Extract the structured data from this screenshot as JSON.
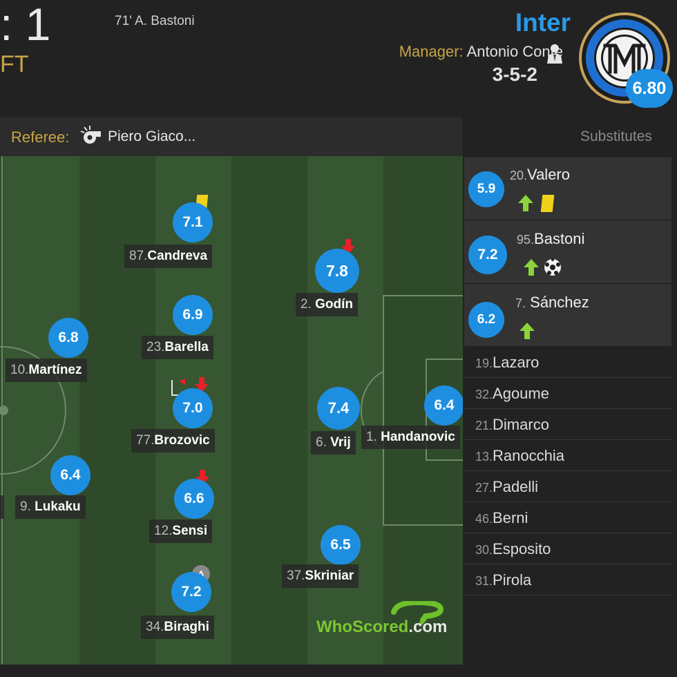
{
  "header": {
    "score": ": 1",
    "status": "FT",
    "goal_event": "71' A. Bastoni",
    "team_name": "Inter",
    "manager_label": "Manager:",
    "manager_name": "Antonio Conte",
    "formation": "3-5-2",
    "team_rating": "6.80"
  },
  "referee": {
    "label": "Referee:",
    "name": "Piero Giaco..."
  },
  "substitutes_title": "Substitutes",
  "players": [
    {
      "key": "candreva",
      "number": "87.",
      "name": "Candreva",
      "rating": "7.1",
      "events": [
        "yellow-card"
      ]
    },
    {
      "key": "godin",
      "number": "2.",
      "name": "Godín",
      "rating": "7.8",
      "events": [
        "sub-off"
      ]
    },
    {
      "key": "barella",
      "number": "23.",
      "name": "Barella",
      "rating": "6.9",
      "events": []
    },
    {
      "key": "martinez",
      "number": "10.",
      "name": "Martínez",
      "rating": "6.8",
      "events": []
    },
    {
      "key": "brozovic",
      "number": "77.",
      "name": "Brozovic",
      "rating": "7.0",
      "events": [
        "corner-flag",
        "sub-off"
      ]
    },
    {
      "key": "vrij",
      "number": "6.",
      "name": "Vrij",
      "rating": "7.4",
      "events": []
    },
    {
      "key": "handanovic",
      "number": "1.",
      "name": "Handanovic",
      "rating": "6.4",
      "events": []
    },
    {
      "key": "lukaku",
      "number": "9.",
      "name": "Lukaku",
      "rating": "6.4",
      "events": []
    },
    {
      "key": "sensi",
      "number": "12.",
      "name": "Sensi",
      "rating": "6.6",
      "events": [
        "sub-off"
      ]
    },
    {
      "key": "skriniar",
      "number": "37.",
      "name": "Skriniar",
      "rating": "6.5",
      "events": []
    },
    {
      "key": "biraghi",
      "number": "34.",
      "name": "Biraghi",
      "rating": "7.2",
      "events": [
        "captain"
      ]
    }
  ],
  "captain_badge": "A",
  "used_subs": [
    {
      "number": "20.",
      "name": "Valero",
      "rating": "5.9",
      "events": [
        "sub-on",
        "yellow-card"
      ]
    },
    {
      "number": "95.",
      "name": "Bastoni",
      "rating": "7.2",
      "events": [
        "sub-on",
        "goal"
      ]
    },
    {
      "number": "7.",
      "name": "Sánchez",
      "rating": "6.2",
      "events": [
        "sub-on"
      ]
    }
  ],
  "unused_subs": [
    {
      "number": "19.",
      "name": "Lazaro"
    },
    {
      "number": "32.",
      "name": "Agoume"
    },
    {
      "number": "21.",
      "name": "Dimarco"
    },
    {
      "number": "13.",
      "name": "Ranocchia"
    },
    {
      "number": "27.",
      "name": "Padelli"
    },
    {
      "number": "46.",
      "name": "Berni"
    },
    {
      "number": "30.",
      "name": "Esposito"
    },
    {
      "number": "31.",
      "name": "Pirola"
    }
  ],
  "watermark": {
    "part1": "WhoScored",
    "part2": ".com"
  },
  "colors": {
    "rating_blue": "#1e8fe0",
    "accent_gold": "#c8a447",
    "team_blue": "#2a9ae8",
    "pitch_dark": "#2f4a2a",
    "pitch_light": "#375632"
  }
}
